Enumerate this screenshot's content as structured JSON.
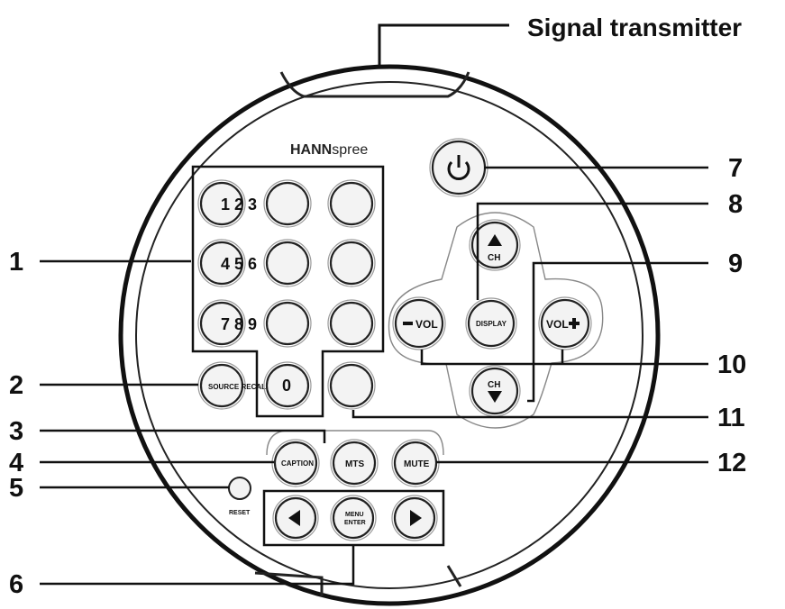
{
  "header": {
    "title": "Signal transmitter"
  },
  "brand": {
    "bold": "HANN",
    "light": "spree"
  },
  "keypad": {
    "row1": "1 2 3",
    "row2": "4 5 6",
    "row3": "7 8 9",
    "zero": "0",
    "source_recall": "SOURCE RECALL"
  },
  "buttons": {
    "ch": "CH",
    "vol": "VOL",
    "display": "DISPLAY",
    "caption": "CAPTION",
    "mts": "MTS",
    "mute": "MUTE",
    "menu": "MENU",
    "enter": "ENTER",
    "reset": "RESET"
  },
  "callouts": {
    "c1": "1",
    "c2": "2",
    "c3": "3",
    "c4": "4",
    "c5": "5",
    "c6": "6",
    "c7": "7",
    "c8": "8",
    "c9": "9",
    "c10": "10",
    "c11": "11",
    "c12": "12"
  },
  "colors": {
    "ink": "#111111",
    "button_fill": "#f3f3f3",
    "outline": "#222222"
  }
}
